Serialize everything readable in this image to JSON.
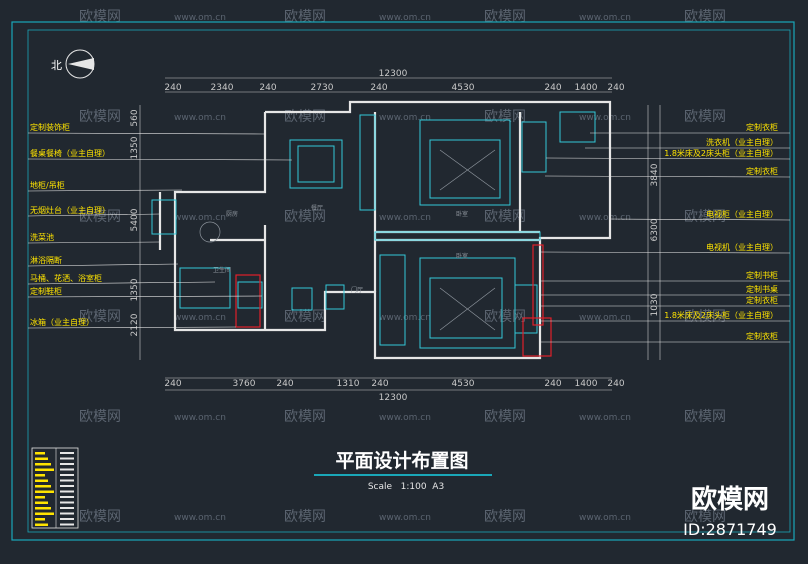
{
  "drawing": {
    "title": "平面设计布置图",
    "scale_line": "Scale   1:100  A3",
    "north": "北"
  },
  "dimensions": {
    "top_total": "12300",
    "top": [
      "240",
      "2340",
      "240",
      "2730",
      "240",
      "4530",
      "240",
      "1400",
      "240"
    ],
    "bottom_total": "12300",
    "bottom": [
      "240",
      "3760",
      "240",
      "1310",
      "240",
      "4530",
      "240",
      "1400",
      "240"
    ],
    "left": [
      "560",
      "1350",
      "5400",
      "1350",
      "2120"
    ],
    "right": [
      "3840",
      "6300",
      "1030"
    ]
  },
  "left_labels": [
    "定制装饰柜",
    "餐桌餐椅（业主自理）",
    "地柜/吊柜",
    "无烟灶台（业主自理）",
    "洗菜池",
    "淋浴隔断",
    "马桶、花洒、浴室柜",
    "定制鞋柜",
    "冰箱（业主自理）"
  ],
  "right_labels": [
    "定制衣柜",
    "洗衣机（业主自理）",
    "1.8米床及2床头柜（业主自理）",
    "定制衣柜",
    "电视柜（业主自理）",
    "电视机（业主自理）",
    "定制书柜",
    "定制书桌",
    "定制衣柜",
    "1.8米床及2床头柜（业主自理）",
    "定制衣柜"
  ],
  "rooms": [
    "厨房",
    "餐厅",
    "卫生间",
    "卧室",
    "卧室",
    "门厅"
  ],
  "watermarks": {
    "brand": "欧模网",
    "url": "www.om.cn",
    "id": "ID:2871749"
  },
  "colors": {
    "background": "#212830",
    "frame": "#1aa7b8",
    "wall": "#e6e6e6",
    "furniture": "#33c8d8",
    "dimension": "#c9c9c9",
    "label": "#ffe400",
    "highlight": "#e0202a",
    "watermark": "#5b6470"
  }
}
